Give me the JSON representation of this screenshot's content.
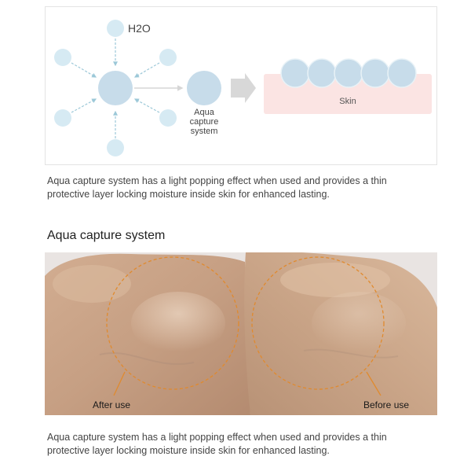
{
  "diagram": {
    "h2o_label": "H2O",
    "aqua_label_lines": [
      "Aqua",
      "capture",
      "system"
    ],
    "skin_label": "Skin"
  },
  "caption_top": "Aqua capture system has a light popping effect when used and provides a thin protective layer locking moisture inside skin for enhanced lasting.",
  "section_title": "Aqua capture system",
  "photo": {
    "after_label": "After use",
    "before_label": "Before use"
  },
  "caption_bottom": "Aqua capture system has a light popping effect when used and provides a thin protective layer locking moisture inside skin for enhanced lasting.",
  "colors": {
    "droplet": "#d6eaf3",
    "droplet_center": "#c7dcea",
    "arrow": "#9cc8d8",
    "skin_fill": "#fbe4e3",
    "gray_arrow": "#d8d8d8",
    "circle_outline": "#e08a2e"
  }
}
